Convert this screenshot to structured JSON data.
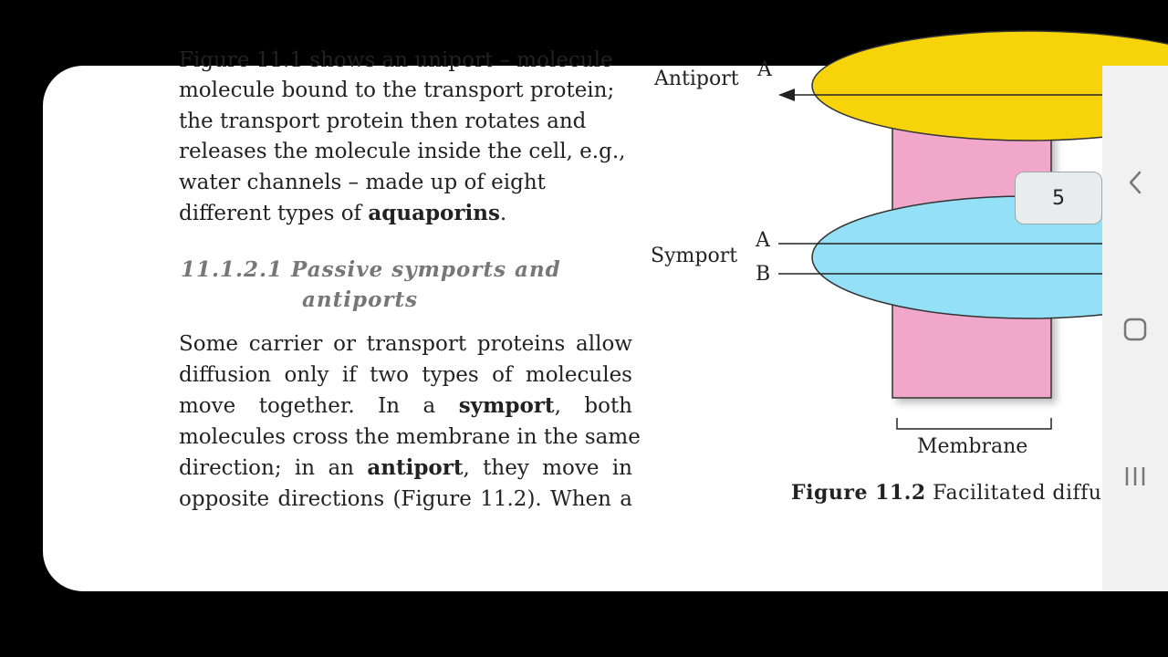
{
  "text": {
    "cutoff_line": "Figure 11.1 shows an uniport – molecule",
    "para1_lines": [
      "molecule bound to the transport protein;",
      "the transport protein then rotates and",
      "releases the molecule inside the cell, e.g.,",
      "water channels – made up of eight"
    ],
    "para1_last_pre": "different types of ",
    "para1_last_bold": "aquaporins",
    "para1_last_post": ".",
    "heading_line1": "11.1.2.1 Passive symports and",
    "heading_line2": "antiports",
    "para2_l1": "Some carrier or transport proteins allow",
    "para2_l2": "diffusion only if two types of molecules",
    "para2_l3_pre": "move together. In a ",
    "para2_l3_bold": "symport",
    "para2_l3_post": ", both",
    "para2_l4": "molecules cross the membrane in the same",
    "para2_l5_pre": "direction; in an ",
    "para2_l5_bold": "antiport",
    "para2_l5_post": ", they move in",
    "para2_l6": "opposite directions (Figure 11.2). When a"
  },
  "figure": {
    "antiport_label": "Antiport",
    "antiport_a": "A",
    "symport_label": "Symport",
    "symport_a": "A",
    "symport_b": "B",
    "membrane_label": "Membrane",
    "caption_bold": "Figure 11.2",
    "caption_text": " Facilitated diffu",
    "colors": {
      "antiport": "#f7d40a",
      "symport": "#94e1f7",
      "membrane": "#f0a7ca"
    }
  },
  "page_badge": "5",
  "nav": {
    "back": "chevron-left-icon",
    "home": "square-icon",
    "recents": "three-bars-icon"
  }
}
